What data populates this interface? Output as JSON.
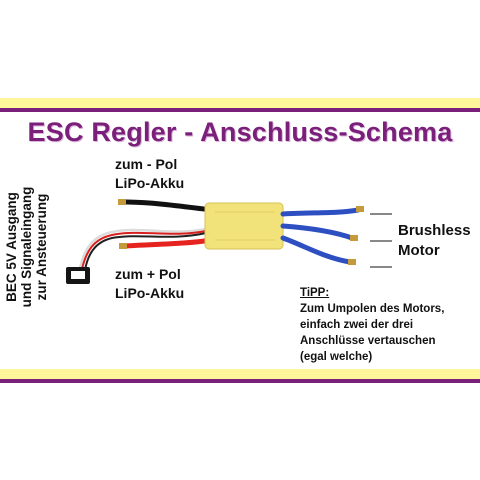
{
  "title": "ESC Regler - Anschluss-Schema",
  "labels": {
    "neg_line1": "zum - Pol",
    "neg_line2": "LiPo-Akku",
    "pos_line1": "zum + Pol",
    "pos_line2": "LiPo-Akku",
    "motor_line1": "Brushless",
    "motor_line2": "Motor",
    "bec_line1": "BEC 5V Ausgang",
    "bec_line2": "und Signaleingang",
    "bec_line3": "zur Ansteuerung"
  },
  "tip": {
    "heading": "TiPP:",
    "line1": "Zum Umpolen des Motors,",
    "line2": "einfach zwei der drei",
    "line3": "Anschlüsse vertauschen",
    "line4": "(egal welche)"
  },
  "colors": {
    "accent_purple": "#7a1f7a",
    "band_yellow": "#fff59a",
    "esc_body": "#f2e27a",
    "wire_red": "#e52420",
    "wire_black": "#111111",
    "wire_blue": "#2e4fc2"
  }
}
